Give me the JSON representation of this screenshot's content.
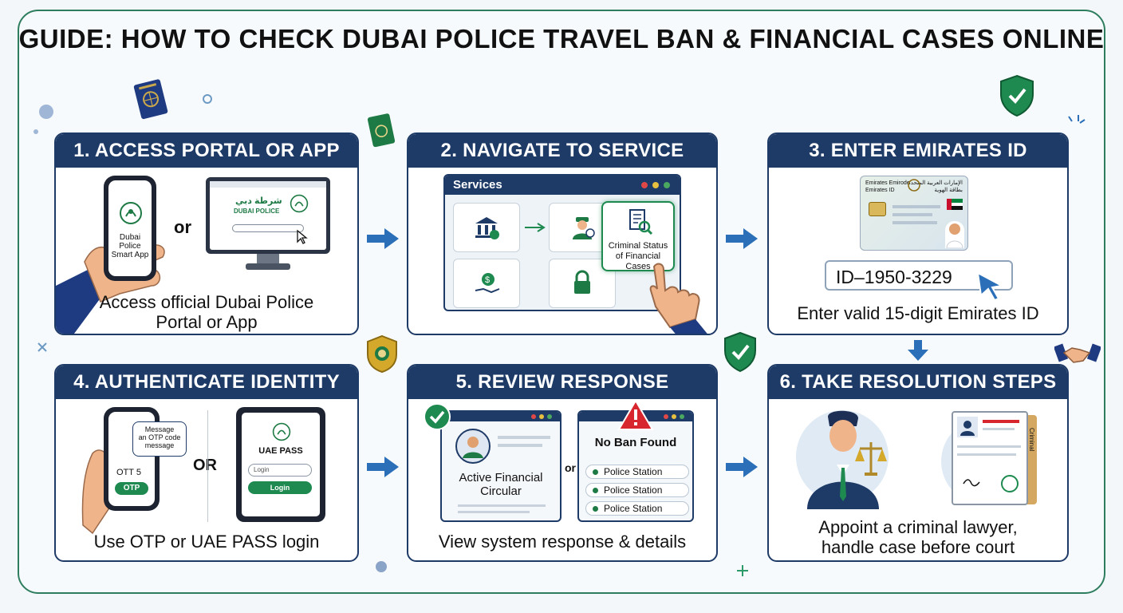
{
  "title": "GUIDE: HOW TO CHECK DUBAI POLICE TRAVEL BAN & FINANCIAL CASES ONLINE",
  "colors": {
    "navy": "#1e3a66",
    "green": "#1e7a44",
    "frame": "#2e7d5e",
    "arrow": "#2a6fb8"
  },
  "steps": [
    {
      "heading": "1. ACCESS PORTAL OR APP",
      "caption_line1": "Access official Dubai Police",
      "caption_line2": "Portal or App",
      "phone_label_line1": "Dubai Police",
      "phone_label_line2": "Smart App",
      "or_label": "or",
      "monitor_arabic": "شرطة دبي",
      "monitor_label": "DUBAI POLICE"
    },
    {
      "heading": "2. NAVIGATE TO SERVICE",
      "window_title": "Services",
      "highlight_line1": "Criminal Status",
      "highlight_line2": "of Financial Cases"
    },
    {
      "heading": "3. ENTER EMIRATES ID",
      "card_title_line1": "Emirates Emirode",
      "card_title_line2": "Emirates ID",
      "card_arabic_line1": "الإمارات العربية المتحدة",
      "card_arabic_line2": "بطاقة الهوية",
      "id_value": "ID–1950-3229",
      "caption": "Enter valid 15-digit Emirates ID"
    },
    {
      "heading": "4. AUTHENTICATE IDENTITY",
      "bubble_line1": "Message",
      "bubble_line2": "an OTP code",
      "bubble_line3": "message",
      "otp_text": "OTT 5",
      "otp_button": "OTP",
      "or_label": "OR",
      "tablet_title": "UAE PASS",
      "login_placeholder": "Login",
      "login_button": "Login",
      "caption": "Use OTP or UAE PASS login"
    },
    {
      "heading": "5. REVIEW RESPONSE",
      "left_card_line1": "Active Financial",
      "left_card_line2": "Circular",
      "or_label": "or",
      "right_card_title": "No Ban Found",
      "stations": [
        "Police Station",
        "Police Station",
        "Police Station"
      ],
      "caption": "View system response & details"
    },
    {
      "heading": "6. TAKE RESOLUTION STEPS",
      "folder_tab": "Criminal",
      "caption_line1": "Appoint a criminal lawyer,",
      "caption_line2": "handle case before court"
    }
  ]
}
